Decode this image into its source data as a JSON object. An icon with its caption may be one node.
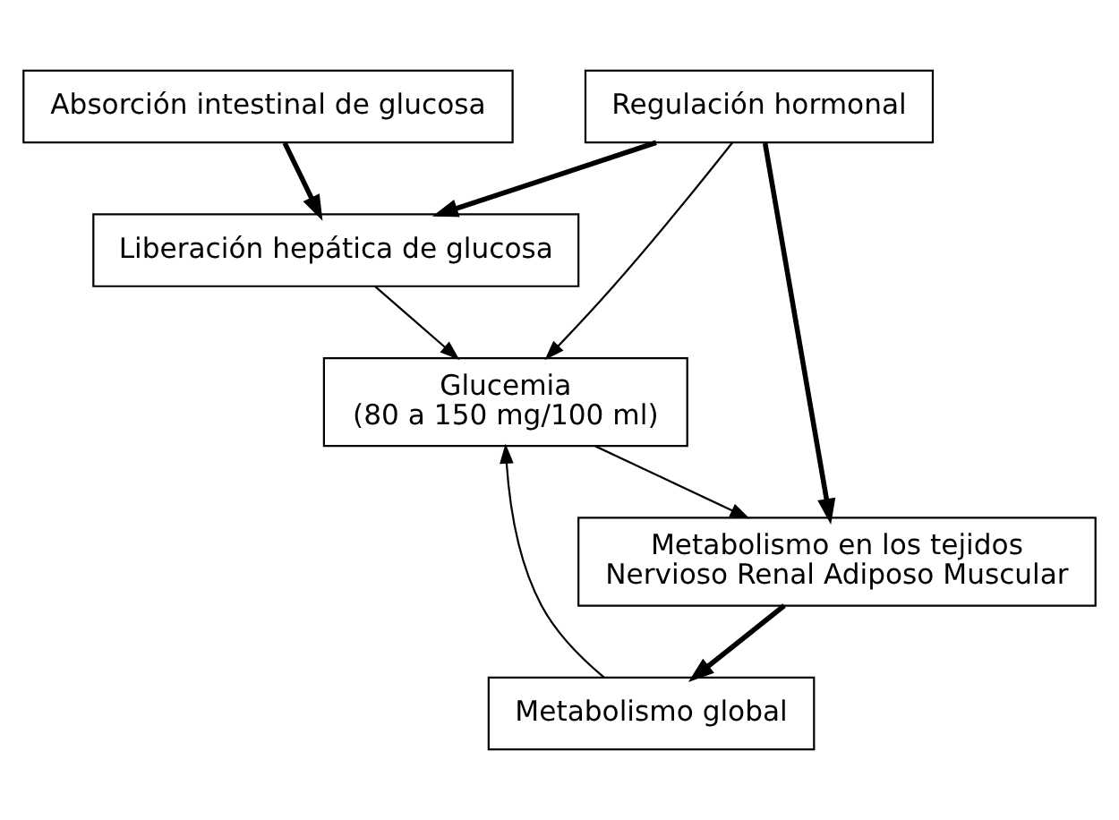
{
  "diagram": {
    "nodes": [
      {
        "text": [
          "Glucemia",
          "(80 a 150 mg/100 ml)"
        ]
      },
      {
        "text": [
          "Absorción intestinal de glucosa"
        ]
      },
      {
        "text": [
          "Regulación hormonal"
        ]
      },
      {
        "text": [
          "Liberación hepática de glucosa"
        ]
      },
      {
        "text": [
          "Metabolismo global"
        ]
      },
      {
        "text": [
          "Metabolismo en los tejidos",
          "Nervioso Renal Adiposo Muscular"
        ]
      }
    ],
    "edges": [
      {
        "from": 1,
        "to": 3,
        "arrow": "to",
        "style": "thick"
      },
      {
        "from": 3,
        "to": 0,
        "arrow": "to"
      },
      {
        "from": 2,
        "to": 0,
        "arrow": "to"
      },
      {
        "from": 2,
        "to": 3,
        "arrow": "to",
        "style": "thick"
      },
      {
        "from": 2,
        "to": 5,
        "arrow": "to",
        "style": "thick"
      },
      {
        "from": 0,
        "to": 5,
        "arrow": "to"
      },
      {
        "from": 4,
        "to": 0,
        "arrow": "to"
      },
      {
        "from": 5,
        "to": 4,
        "arrow": "to",
        "style": "thick"
      }
    ]
  }
}
